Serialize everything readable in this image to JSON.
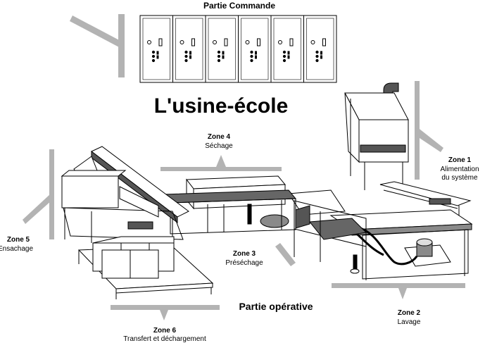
{
  "header": {
    "title": "Partie Commande"
  },
  "main_title": "L'usine-école",
  "footer": {
    "title": "Partie opérative"
  },
  "zones": [
    {
      "title": "Zone 1",
      "line1": "Alimentation",
      "line2": "du système"
    },
    {
      "title": "Zone 2",
      "line1": "Lavage"
    },
    {
      "title": "Zone 3",
      "line1": "Préséchage"
    },
    {
      "title": "Zone 4",
      "line1": "Séchage"
    },
    {
      "title": "Zone 5",
      "line1": "Ensachage"
    },
    {
      "title": "Zone 6",
      "line1": "Transfert et déchargement"
    }
  ],
  "colors": {
    "leader": "#b3b3b3",
    "line": "#000000",
    "fill": "#ffffff",
    "dark": "#555555",
    "mid": "#8a8a8a"
  }
}
